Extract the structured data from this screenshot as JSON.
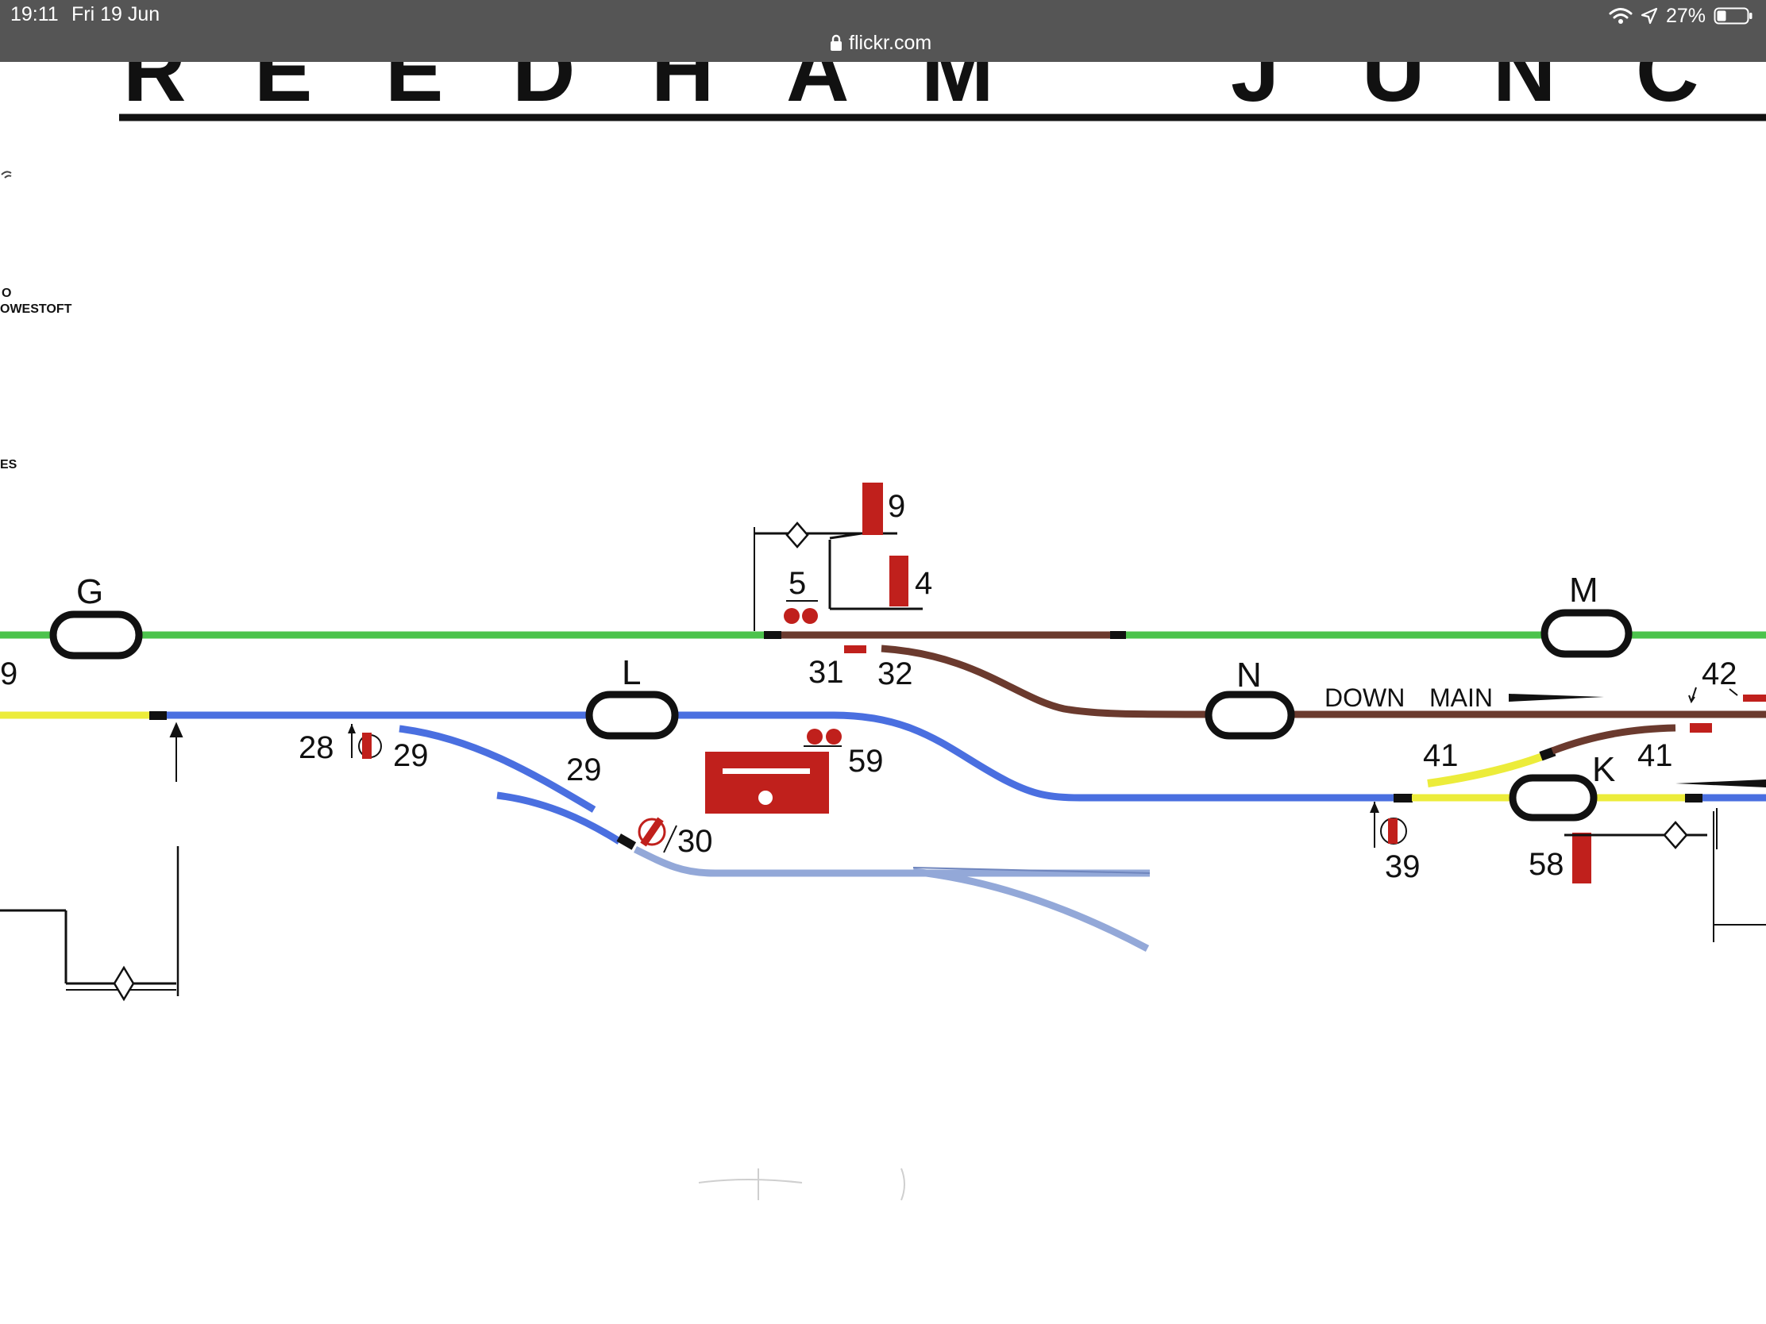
{
  "status_bar": {
    "time": "19:11",
    "date": "Fri 19 Jun",
    "url": "flickr.com",
    "battery_percent": "27%",
    "icons": [
      "lock-icon",
      "wifi-icon",
      "location-arrow-icon",
      "battery-icon"
    ]
  },
  "diagram": {
    "title_letters": [
      "R",
      "E",
      "E",
      "D",
      "H",
      "A",
      "M",
      "J",
      "U",
      "N",
      "C"
    ],
    "left_labels": {
      "to": "O",
      "destination": "OWESTOFT",
      "edge_label": "ES"
    },
    "track_circuits": {
      "G": "G",
      "L": "L",
      "N": "N",
      "M": "M",
      "K": "K"
    },
    "signals": {
      "s9": "9",
      "s4": "4",
      "s5": "5",
      "s31": "31",
      "s32": "32",
      "s28": "28",
      "s29a": "29",
      "s29b": "29",
      "s59": "59",
      "s30": "30",
      "s39": "39",
      "s58": "58",
      "s41a": "41",
      "s41b": "41",
      "s42": "42",
      "edge9": "9"
    },
    "down_main": {
      "down": "DOWN",
      "main": "MAIN"
    },
    "colors": {
      "green_track": "#4cc34c",
      "brown_track": "#6b3a2e",
      "blue_track": "#4a6fe0",
      "light_blue_track": "#93a8d8",
      "yellow_track": "#ecec3a",
      "signal_red": "#c0201c",
      "status_bar": "#555555"
    }
  }
}
